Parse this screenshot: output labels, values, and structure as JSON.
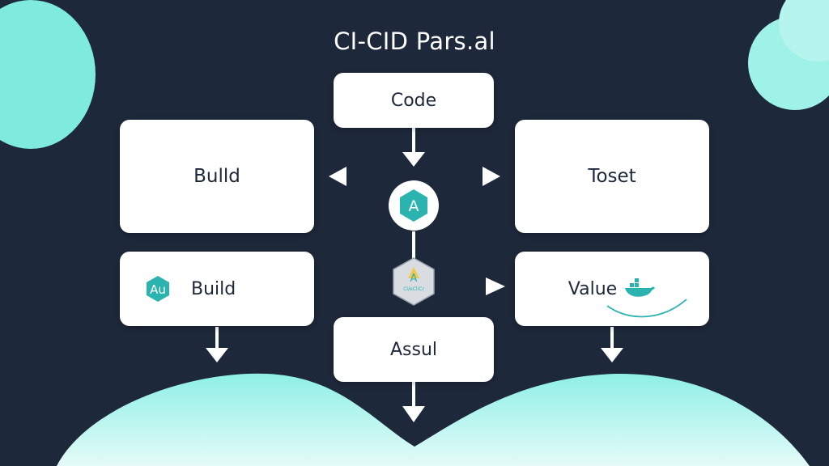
{
  "diagram": {
    "title": "CI-CID Pars.al",
    "nodes": {
      "code": "Code",
      "build_top": "Bulld",
      "toset": "Toset",
      "build_bottom": "Build",
      "value": "Value",
      "assul": "Assul"
    },
    "hub_letter": "A",
    "badge_text": "Au",
    "chip_letter": "A",
    "chip_text": "CI/eCliCr"
  },
  "colors": {
    "background": "#1d283a",
    "accent": "#2bb3b0",
    "blob": "#84ebe1",
    "box": "#ffffff",
    "text_dark": "#1d283a"
  },
  "icons": {
    "hub": "hexagon-a-icon",
    "badge": "hexagon-au-icon",
    "chip": "container-chip-icon",
    "whale": "docker-whale-icon"
  }
}
